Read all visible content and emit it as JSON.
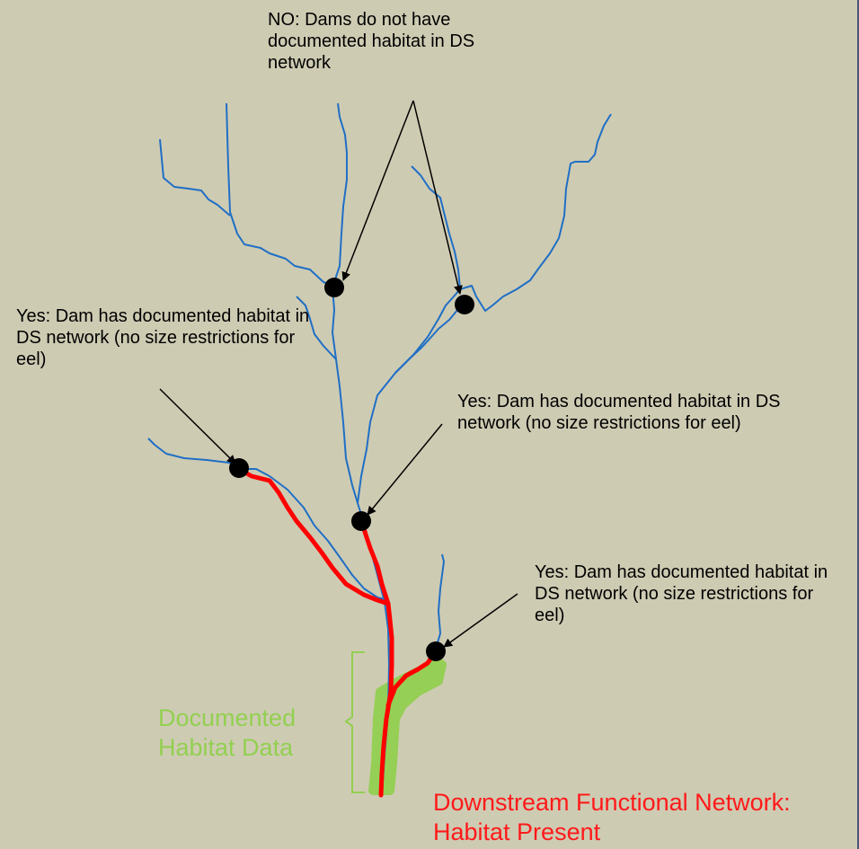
{
  "labels": {
    "no_dams": "NO: Dams do not have documented habitat in DS network",
    "yes_left": "Yes: Dam has documented habitat in DS network (no size restrictions for eel)",
    "yes_middle": "Yes: Dam has documented habitat in DS network (no size restrictions for eel)",
    "yes_right": "Yes: Dam has documented habitat in DS network (no size restrictions for eel)",
    "documented_habitat": "Documented Habitat Data",
    "downstream_network": "Downstream Functional Network: Habitat Present"
  },
  "colors": {
    "background": "#cecbb3",
    "stream": "#1f6fc5",
    "functional_network": "#ff0000",
    "habitat": "#92d050",
    "dam": "#000000",
    "arrow": "#000000"
  }
}
